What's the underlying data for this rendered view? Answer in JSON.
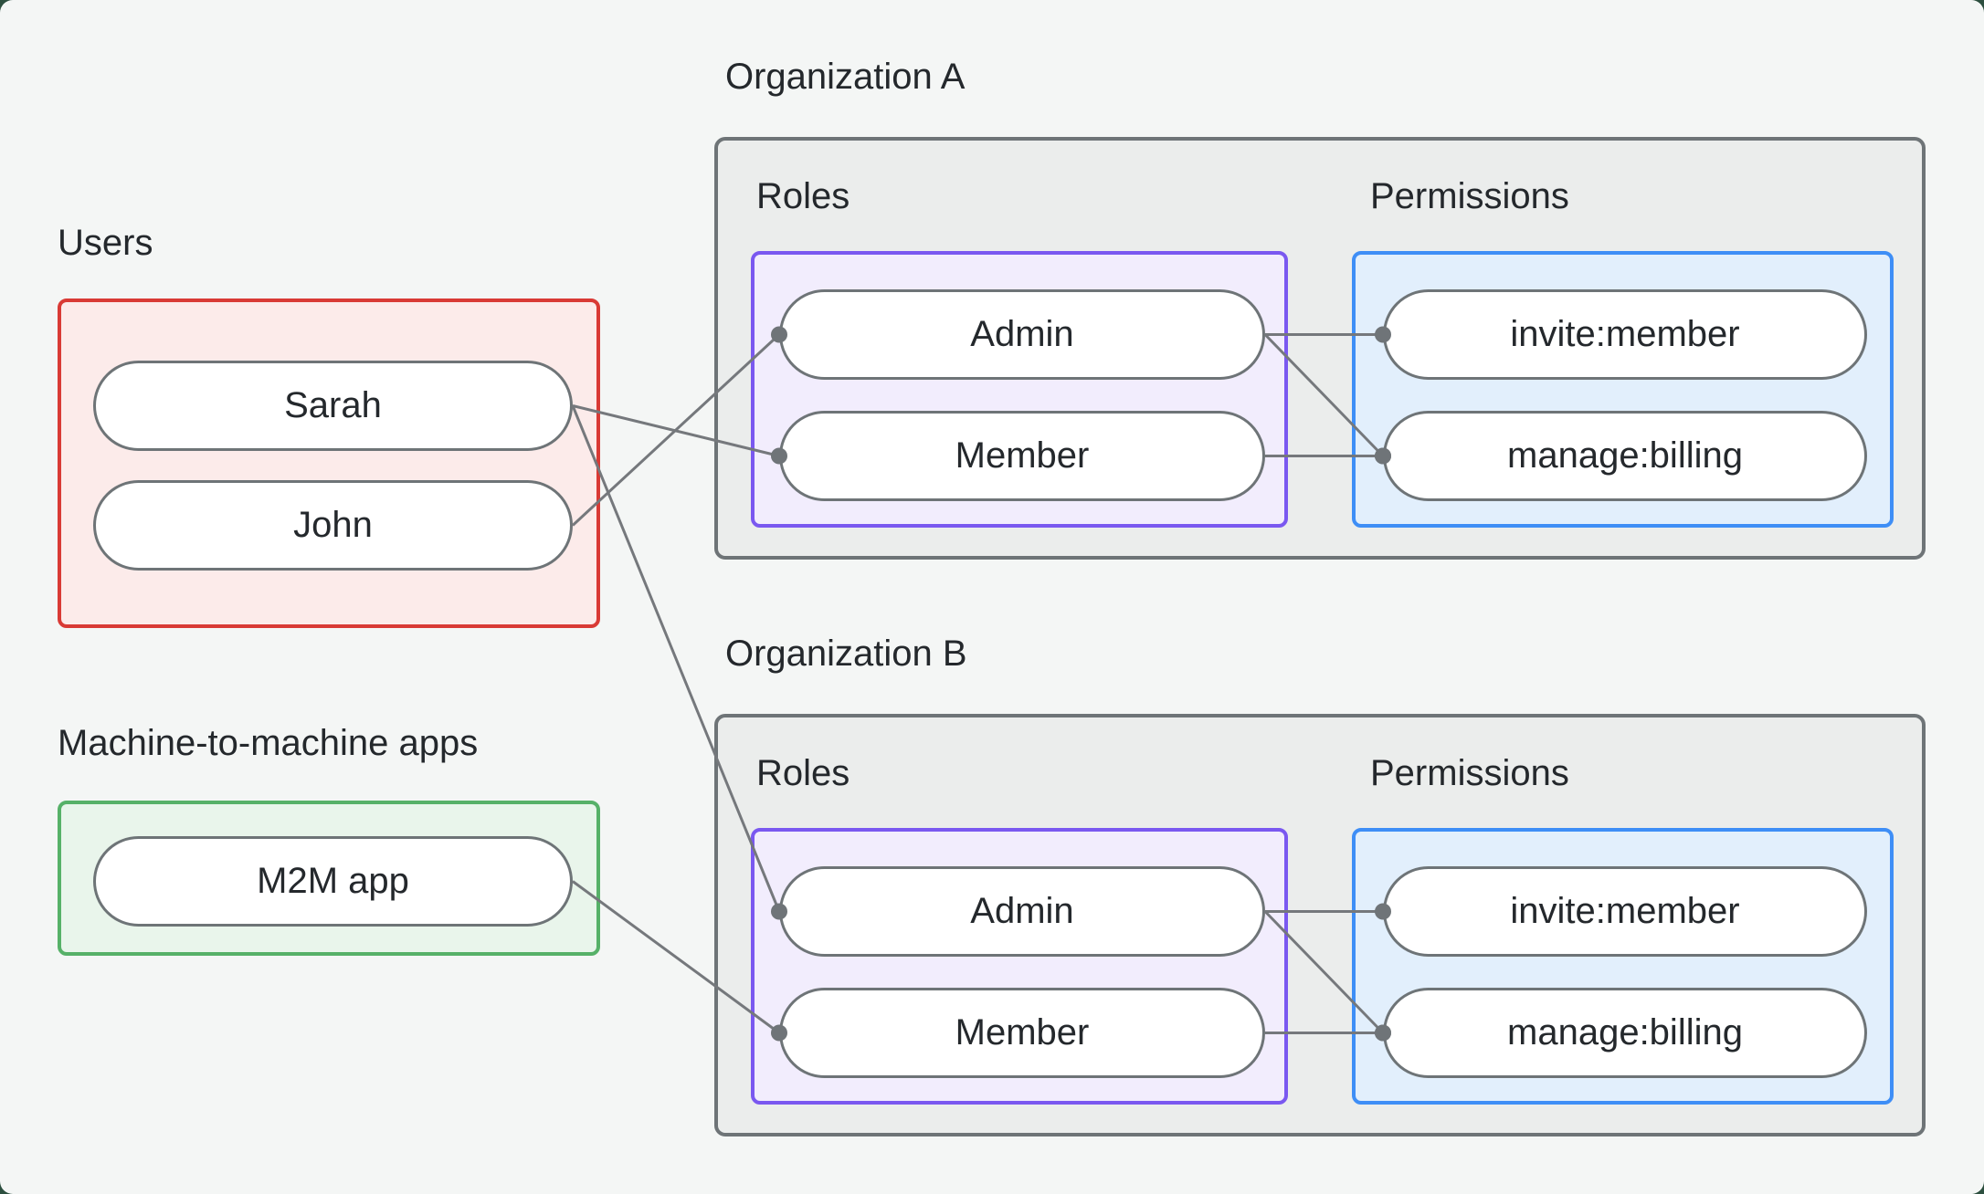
{
  "colors": {
    "page_bg": "#f4f6f5",
    "outer_bg": "#2d4f3f",
    "text": "#24282c",
    "org_border": "#6e7477",
    "org_bg": "#ebedec",
    "users_border": "#d93a35",
    "users_bg": "#fcebea",
    "m2m_border": "#56b168",
    "m2m_bg": "#e9f5eb",
    "roles_border": "#7a58f0",
    "roles_bg": "#f2edfd",
    "permissions_border": "#3e8ef6",
    "permissions_bg": "#e2effc",
    "pill_border": "#6e7477",
    "pill_bg": "#ffffff",
    "wire": "#75787c",
    "dot": "#6f7478"
  },
  "groups": {
    "users": {
      "label": "Users",
      "items": [
        "Sarah",
        "John"
      ]
    },
    "m2m": {
      "label": "Machine-to-machine apps",
      "items": [
        "M2M app"
      ]
    }
  },
  "orgs": [
    {
      "label": "Organization A",
      "roles": {
        "label": "Roles",
        "items": [
          "Admin",
          "Member"
        ]
      },
      "permissions": {
        "label": "Permissions",
        "items": [
          "invite:member",
          "manage:billing"
        ]
      }
    },
    {
      "label": "Organization B",
      "roles": {
        "label": "Roles",
        "items": [
          "Admin",
          "Member"
        ]
      },
      "permissions": {
        "label": "Permissions",
        "items": [
          "invite:member",
          "manage:billing"
        ]
      }
    }
  ],
  "connections": [
    {
      "from": "sarah",
      "to": "orgA-member"
    },
    {
      "from": "john",
      "to": "orgA-admin"
    },
    {
      "from": "sarah",
      "to": "orgB-admin"
    },
    {
      "from": "m2m-app",
      "to": "orgB-member"
    },
    {
      "from": "orgA-admin",
      "to": "orgA-invite"
    },
    {
      "from": "orgA-admin",
      "to": "orgA-manage"
    },
    {
      "from": "orgA-member",
      "to": "orgA-manage"
    },
    {
      "from": "orgB-admin",
      "to": "orgB-invite"
    },
    {
      "from": "orgB-admin",
      "to": "orgB-manage"
    },
    {
      "from": "orgB-member",
      "to": "orgB-manage"
    }
  ]
}
